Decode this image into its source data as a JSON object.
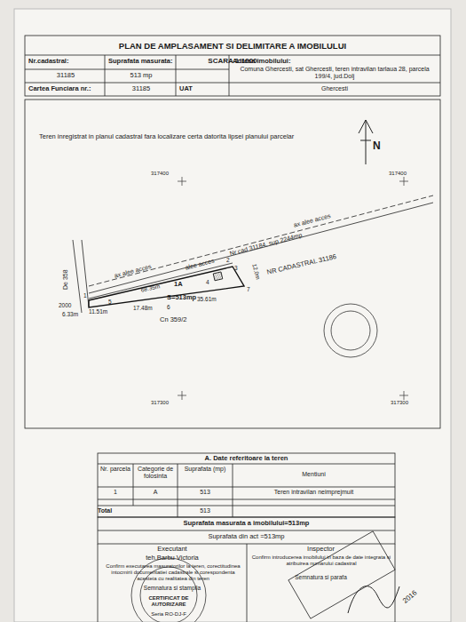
{
  "diagram": {
    "title": "PLAN DE AMPLASAMENT SI DELIMITARE A IMOBILULUI",
    "labels": [
      "SCARA 1:1000",
      "Nr.cadastral:",
      "Suprafata masurata:",
      "Adresa imobilului:",
      "31185",
      "513 mp",
      "Comuna Ghercesti, sat Ghercesti, teren intravilan tarlaua 28, parcela 199/4, jud.Dolj",
      "Cartea Funciara nr.:",
      "31185",
      "UAT",
      "Ghercesti",
      "Teren inregistrat in planul cadastral fara localizare certa datorita lipsei planului parcelar",
      "N",
      "317400",
      "317400",
      "317300",
      "317300",
      "ax alee acces",
      "alee acces",
      "Nr cad 31184, sup 2244mp",
      "ax alee acces",
      "NR CADASTRAL 31186",
      "De 358",
      "68.35m",
      "1A",
      "S=513mp",
      "2000",
      "1",
      "2",
      "3",
      "4",
      "5",
      "6",
      "7",
      "6.33m",
      "11.51m",
      "17.48m",
      "35.61m",
      "12.0m",
      "Cn 359/2",
      "A. Date referitoare la teren",
      "Nr. parcela",
      "Categorie de folosinta",
      "Suprafata (mp)",
      "Mentiuni",
      "1",
      "A",
      "513",
      "Teren intravilan neimprejmuit",
      "Total",
      "513",
      "Suprafata masurata a imobilului=513mp",
      "Suprafata din act =513mp",
      "Executant",
      "teh.Barbu Victoria",
      "Confirm executarea masuratorilor la teren, corectitudinea intocmirii documentatiei cadastrale si corespondenta acesteia cu realitatea din teren",
      "Semnatura si stampila",
      "Inspector",
      "Confirm introducerea imobilului in baza de date integrata si atribuirea numarului cadastral",
      "Semnatura si parafa",
      "CERTIFICAT DE AUTORIZARE",
      "Seria RO-DJ-F",
      "2016"
    ]
  }
}
